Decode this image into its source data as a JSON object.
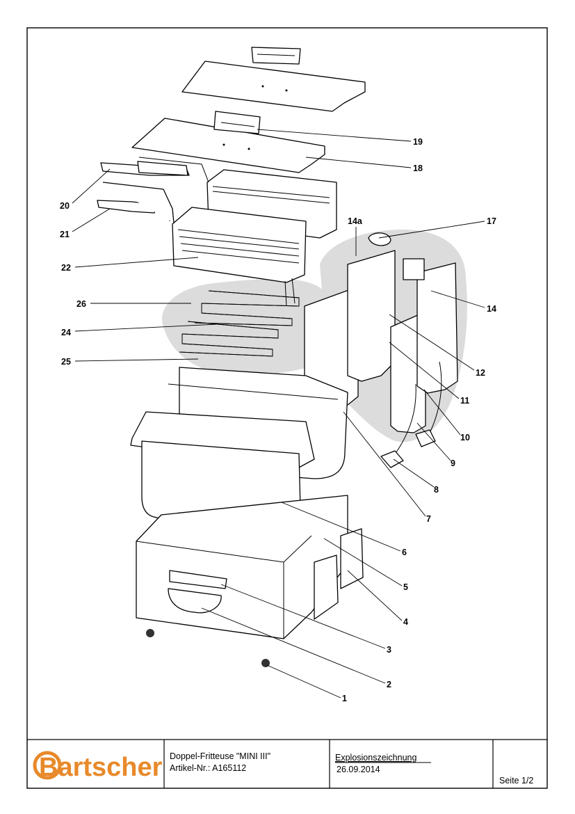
{
  "part_labels": [
    "1",
    "2",
    "3",
    "4",
    "5",
    "6",
    "7",
    "8",
    "9",
    "10",
    "11",
    "12",
    "14",
    "14a",
    "17",
    "18",
    "19",
    "20",
    "21",
    "22",
    "24",
    "25",
    "26"
  ],
  "title_block": {
    "logo_text": "Bartscher",
    "product_name": "Doppel-Fritteuse \"MINI III\"",
    "article_number": "Artikel-Nr.: A165112",
    "drawing_type": "Explosionszeichnung",
    "date": "26.09.2014",
    "page": "Seite 1/2"
  },
  "colors": {
    "logo": "#e8892a",
    "shading": "#dcdcdc",
    "line": "#000000"
  }
}
